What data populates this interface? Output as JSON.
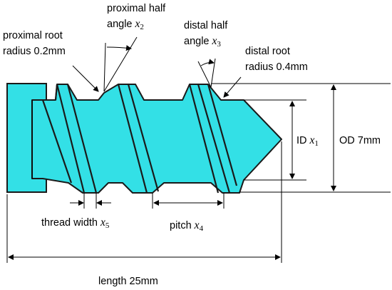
{
  "labels": {
    "proximal_half_angle": {
      "line1": "proximal half",
      "line2": "angle ",
      "var": "x",
      "sub": "2"
    },
    "proximal_root_radius": {
      "line1": "proximal root",
      "line2": "radius 0.2mm"
    },
    "distal_half_angle": {
      "line1": "distal half",
      "line2": "angle ",
      "var": "x",
      "sub": "3"
    },
    "distal_root_radius": {
      "line1": "distal root",
      "line2": "radius 0.4mm"
    },
    "inner_diameter": {
      "text": "ID ",
      "var": "x",
      "sub": "1"
    },
    "outer_diameter": {
      "text": "OD 7mm"
    },
    "thread_width": {
      "text": "thread width ",
      "var": "x",
      "sub": "5"
    },
    "pitch": {
      "text": "pitch ",
      "var": "x",
      "sub": "4"
    },
    "length": {
      "text": "length  25mm"
    }
  },
  "colors": {
    "screw_fill": "#33e0e6",
    "outline": "#1a1a1a",
    "background": "#ffffff"
  }
}
